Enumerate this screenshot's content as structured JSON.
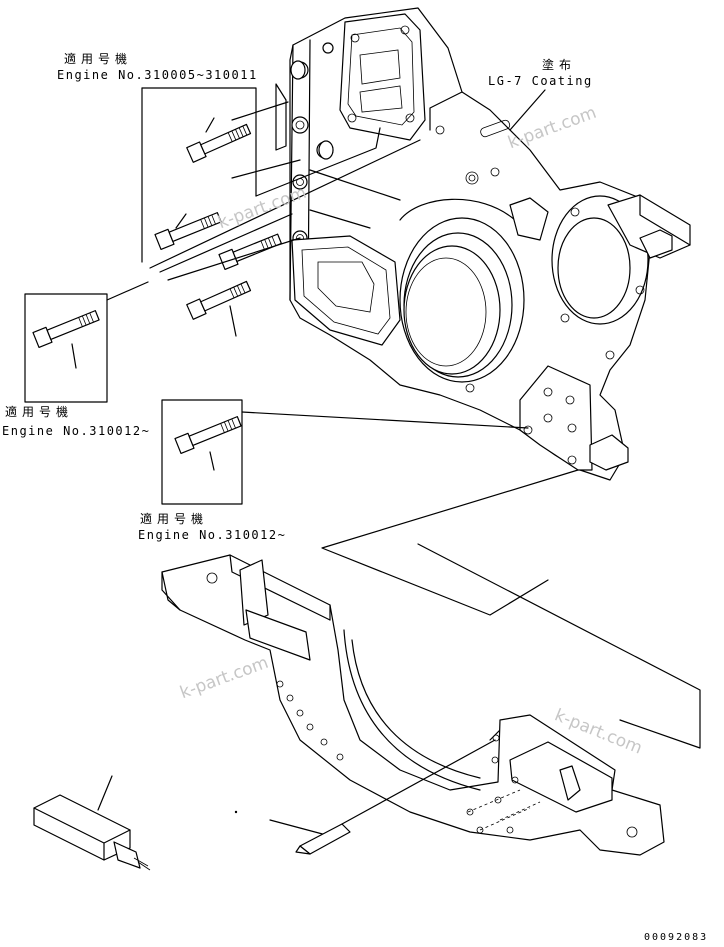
{
  "labels": {
    "top_jp": "適用号機",
    "top_en": "Engine No.310005~310011",
    "coat_jp": "塗布",
    "coat_en": "LG-7 Coating",
    "left_jp": "適用号機",
    "left_en": "Engine No.310012~",
    "mid_jp": "適用号機",
    "mid_en": "Engine No.310012~"
  },
  "watermarks": [
    "k-part.com",
    "k-part.com",
    "k-part.com",
    "k-part.com"
  ],
  "drawing_code": "00092083"
}
